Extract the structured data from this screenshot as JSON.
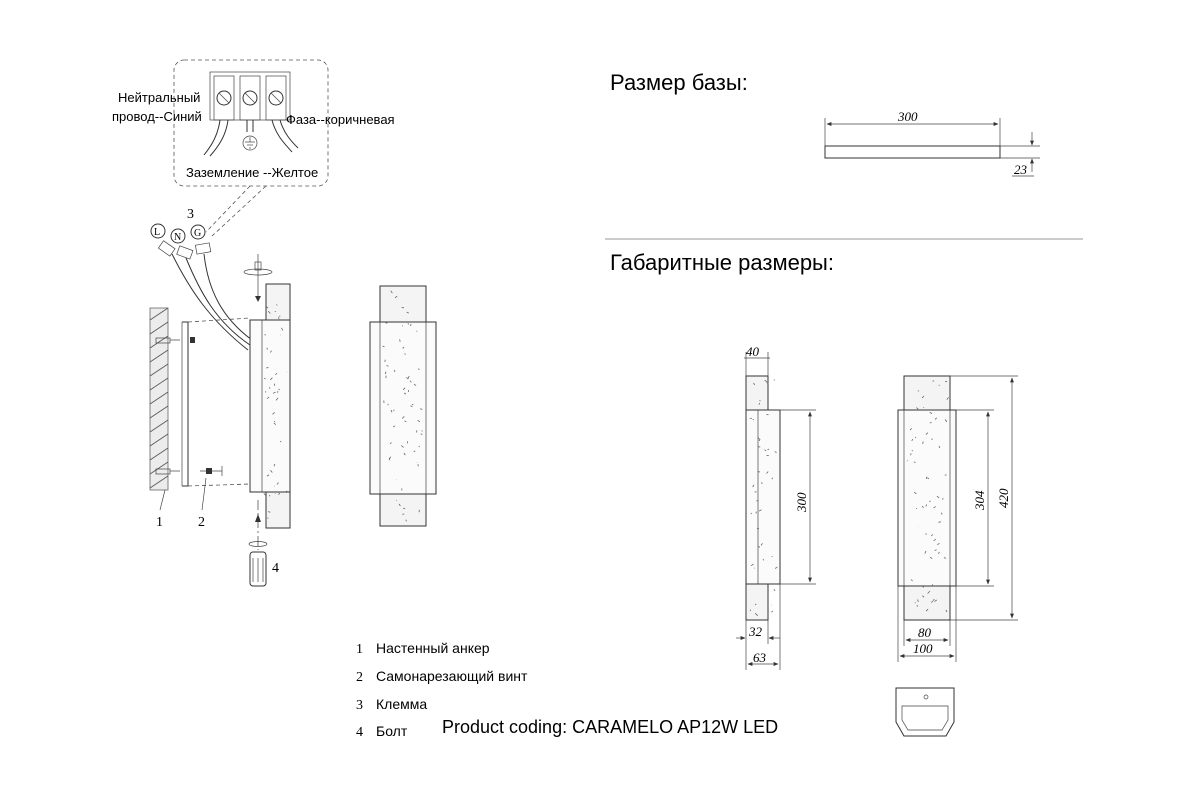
{
  "wiring": {
    "neutral_line1": "Нейтральный",
    "neutral_line2": "провод--Синий",
    "phase": "Фаза--коричневая",
    "ground": "Заземление --Желтое",
    "terminal_letters": [
      "L",
      "N",
      "G"
    ]
  },
  "callouts": {
    "c1": "1",
    "c2": "2",
    "c3": "3",
    "c4": "4"
  },
  "legend": {
    "items": [
      {
        "num": "1",
        "text": "Настенный анкер"
      },
      {
        "num": "2",
        "text": "Самонарезающий винт"
      },
      {
        "num": "3",
        "text": "Клемма"
      },
      {
        "num": "4",
        "text": "Болт"
      }
    ]
  },
  "product": "Product coding: CARAMELO AP12W LED",
  "base": {
    "title": "Размер базы:",
    "length": "300",
    "height": "23"
  },
  "overall": {
    "title": "Габаритные размеры:",
    "depth_top": "40",
    "side_height": "300",
    "depth_bottom_inner": "32",
    "depth_bottom_outer": "63",
    "front_inner_height": "304",
    "front_total_height": "420",
    "front_inner_width": "80",
    "front_total_width": "100"
  }
}
